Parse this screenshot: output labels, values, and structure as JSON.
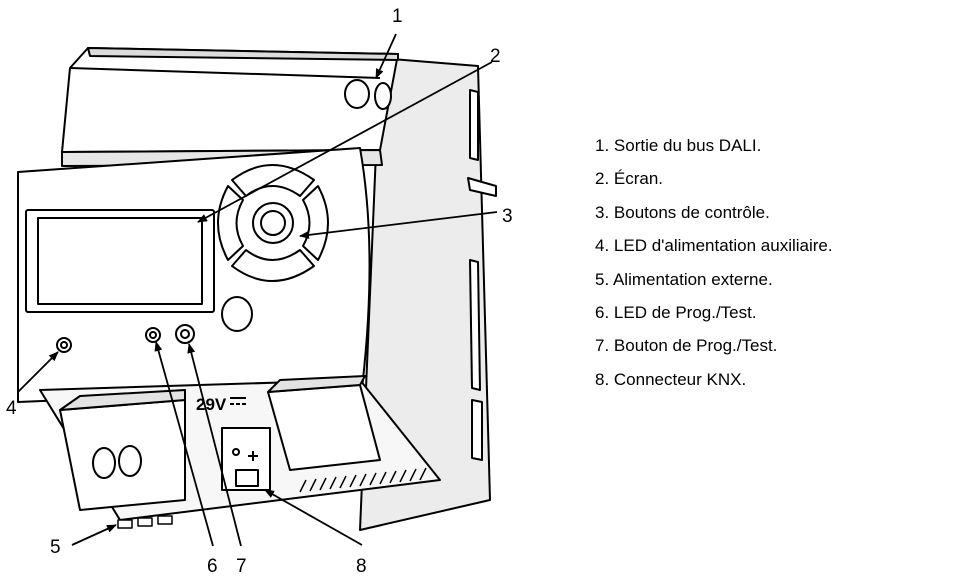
{
  "callouts": [
    "1",
    "2",
    "3",
    "4",
    "5",
    "6",
    "7",
    "8"
  ],
  "device": {
    "voltage_label": "29V"
  },
  "legend": [
    "1. Sortie du bus DALI.",
    "2. Écran.",
    "3. Boutons de contrôle.",
    "4. LED d'alimentation auxiliaire.",
    "5. Alimentation externe.",
    "6. LED de Prog./Test.",
    "7. Bouton de Prog./Test.",
    "8. Connecteur KNX."
  ]
}
